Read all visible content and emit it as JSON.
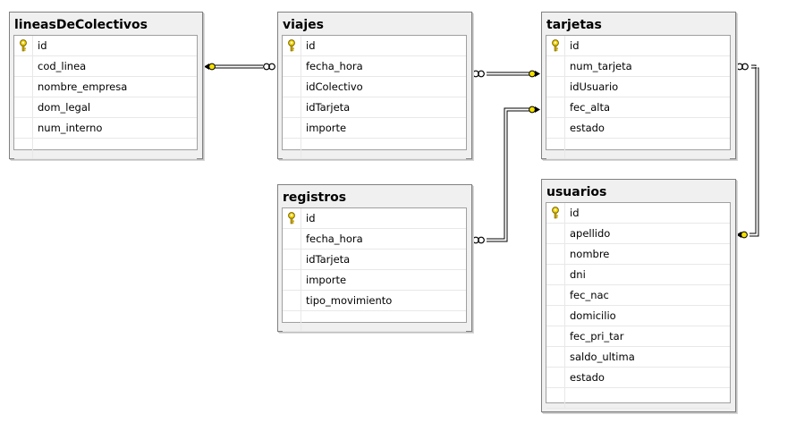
{
  "diagram": {
    "tables": [
      {
        "id": "lineas",
        "title": "lineasDeColectivos",
        "columns": [
          {
            "name": "id",
            "pk": true
          },
          {
            "name": "cod_linea"
          },
          {
            "name": "nombre_empresa"
          },
          {
            "name": "dom_legal"
          },
          {
            "name": "num_interno"
          }
        ]
      },
      {
        "id": "viajes",
        "title": "viajes",
        "columns": [
          {
            "name": "id",
            "pk": true
          },
          {
            "name": "fecha_hora"
          },
          {
            "name": "idColectivo"
          },
          {
            "name": "idTarjeta"
          },
          {
            "name": "importe"
          }
        ]
      },
      {
        "id": "tarjetas",
        "title": "tarjetas",
        "columns": [
          {
            "name": "id",
            "pk": true
          },
          {
            "name": "num_tarjeta"
          },
          {
            "name": "idUsuario"
          },
          {
            "name": "fec_alta"
          },
          {
            "name": "estado"
          }
        ]
      },
      {
        "id": "registros",
        "title": "registros",
        "columns": [
          {
            "name": "id",
            "pk": true
          },
          {
            "name": "fecha_hora"
          },
          {
            "name": "idTarjeta"
          },
          {
            "name": "importe"
          },
          {
            "name": "tipo_movimiento"
          }
        ]
      },
      {
        "id": "usuarios",
        "title": "usuarios",
        "columns": [
          {
            "name": "id",
            "pk": true
          },
          {
            "name": "apellido"
          },
          {
            "name": "nombre"
          },
          {
            "name": "dni"
          },
          {
            "name": "fec_nac"
          },
          {
            "name": "domicilio"
          },
          {
            "name": "fec_pri_tar"
          },
          {
            "name": "saldo_ultima"
          },
          {
            "name": "estado"
          }
        ]
      }
    ],
    "relationships": [
      {
        "from": "viajes",
        "to": "lineasDeColectivos"
      },
      {
        "from": "viajes",
        "to": "tarjetas"
      },
      {
        "from": "registros",
        "to": "tarjetas"
      },
      {
        "from": "tarjetas",
        "to": "usuarios"
      }
    ]
  },
  "icons": {
    "primary_key": "key-icon",
    "key_color": "#e8c800",
    "infinity_color": "#000000"
  }
}
